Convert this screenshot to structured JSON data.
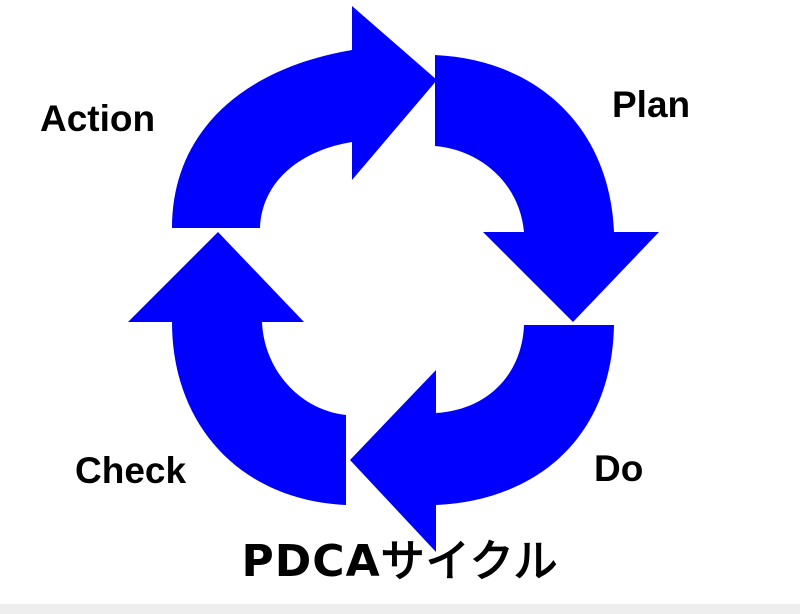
{
  "diagram": {
    "colors": {
      "arrow_fill": "#0000ff",
      "background": "#ffffff",
      "text": "#000000"
    },
    "labels": {
      "action": "Action",
      "plan": "Plan",
      "do": "Do",
      "check": "Check"
    },
    "title": "PDCAサイクル"
  }
}
